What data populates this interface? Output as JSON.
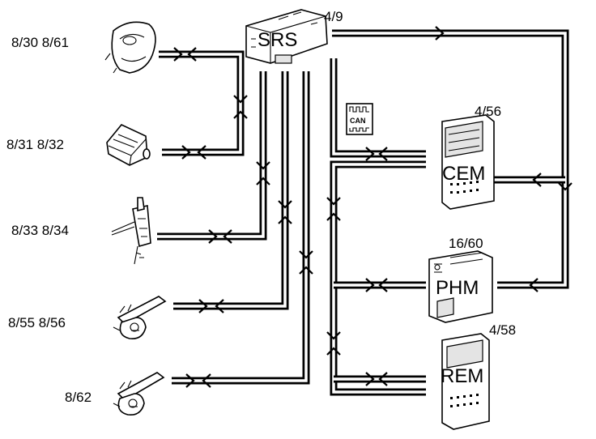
{
  "modules": {
    "srs": {
      "name": "SRS",
      "ref": "4/9"
    },
    "cem": {
      "name": "CEM",
      "ref": "4/56"
    },
    "phm": {
      "name": "PHM",
      "ref": "16/60"
    },
    "rem": {
      "name": "REM",
      "ref": "4/58"
    }
  },
  "components": [
    {
      "label": "8/30  8/61",
      "icon": "steering-wheel-airbag-icon"
    },
    {
      "label": "8/31  8/32",
      "icon": "passenger-airbag-icon"
    },
    {
      "label": "8/33  8/34",
      "icon": "crash-sensor-icon"
    },
    {
      "label": "8/55  8/56",
      "icon": "seatbelt-pretensioner-icon"
    },
    {
      "label": "8/62",
      "icon": "seatbelt-pretensioner-icon"
    }
  ],
  "can_label": "CAN"
}
